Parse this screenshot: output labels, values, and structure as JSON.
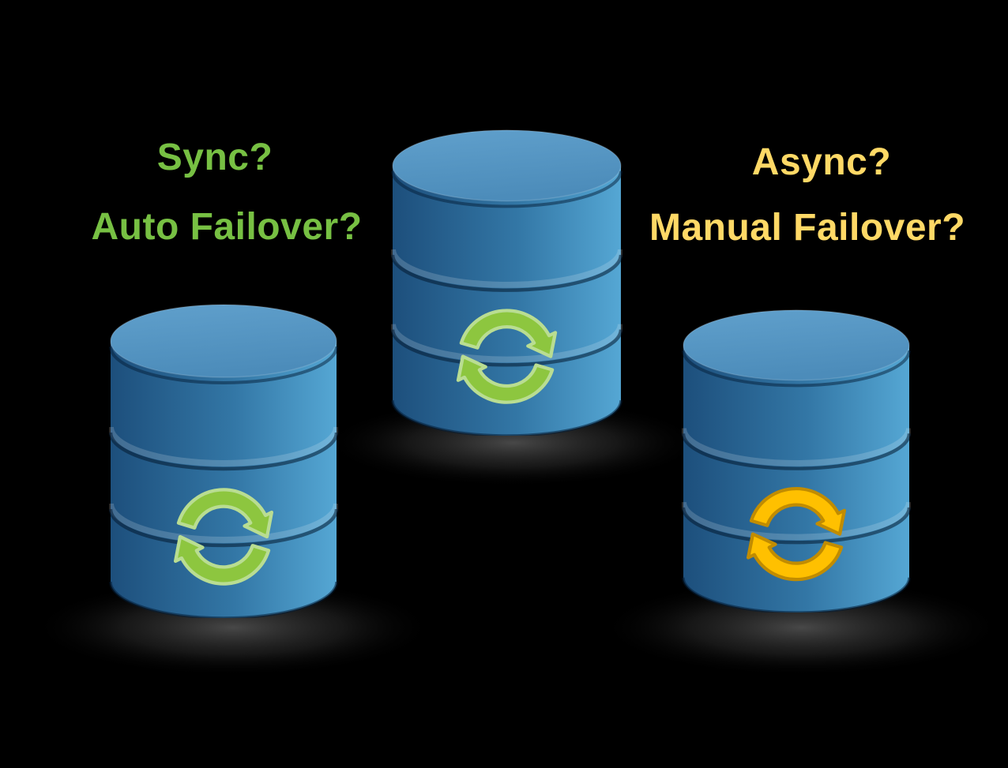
{
  "diagram": {
    "left_caption": {
      "line1": "Sync?",
      "line2": "Auto Failover?"
    },
    "right_caption": {
      "line1": "Async?",
      "line2": "Manual Failover?"
    },
    "databases": [
      {
        "position": "left",
        "icon": "sync-arrows-icon",
        "icon_color": "green"
      },
      {
        "position": "center",
        "icon": "sync-arrows-icon",
        "icon_color": "green"
      },
      {
        "position": "right",
        "icon": "sync-arrows-icon",
        "icon_color": "yellow"
      }
    ]
  },
  "colors": {
    "background": "#000000",
    "caption_green": "#77C043",
    "caption_yellow": "#FFD966",
    "icon_green_fill": "#8DC63F",
    "icon_green_edge": "#B9DD92",
    "icon_yellow_fill": "#FFC000",
    "icon_yellow_edge": "#C18C00",
    "cylinder_top_light": "#60A0CC",
    "cylinder_top_dark": "#4C8CBA",
    "cylinder_body_left": "#1D4F7C",
    "cylinder_body_mid": "#3377A6",
    "cylinder_body_right": "#55A7D4"
  }
}
